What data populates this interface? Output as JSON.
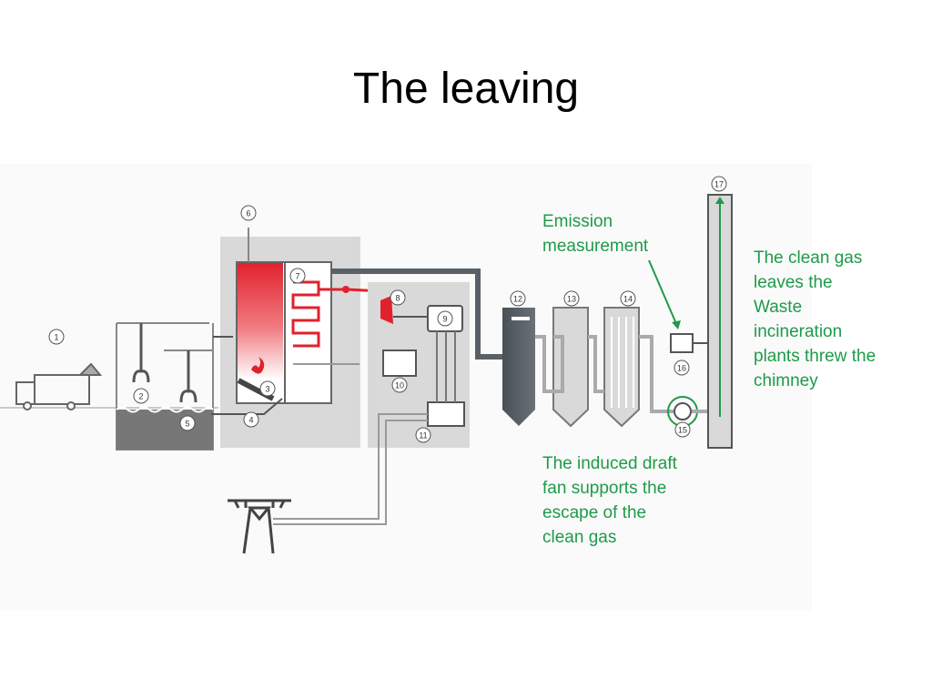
{
  "title": "The leaving",
  "diagram": {
    "step_labels": [
      "1",
      "2",
      "3",
      "4",
      "5",
      "6",
      "7",
      "8",
      "9",
      "10",
      "11",
      "12",
      "13",
      "14",
      "15",
      "16",
      "17"
    ]
  },
  "callouts": {
    "emission": "Emission\nmeasurement",
    "chimney": "The clean gas\nleaves the\nWaste\nincineration\nplants threw the\nchimney",
    "fan": "The induced draft\nfan supports the\nescape of the\nclean gas"
  },
  "colors": {
    "callout": "#1f9a4a",
    "furnace_red": "#e0222d",
    "plant_grey": "#d9d9d9",
    "pipe_dark": "#5a6068"
  }
}
